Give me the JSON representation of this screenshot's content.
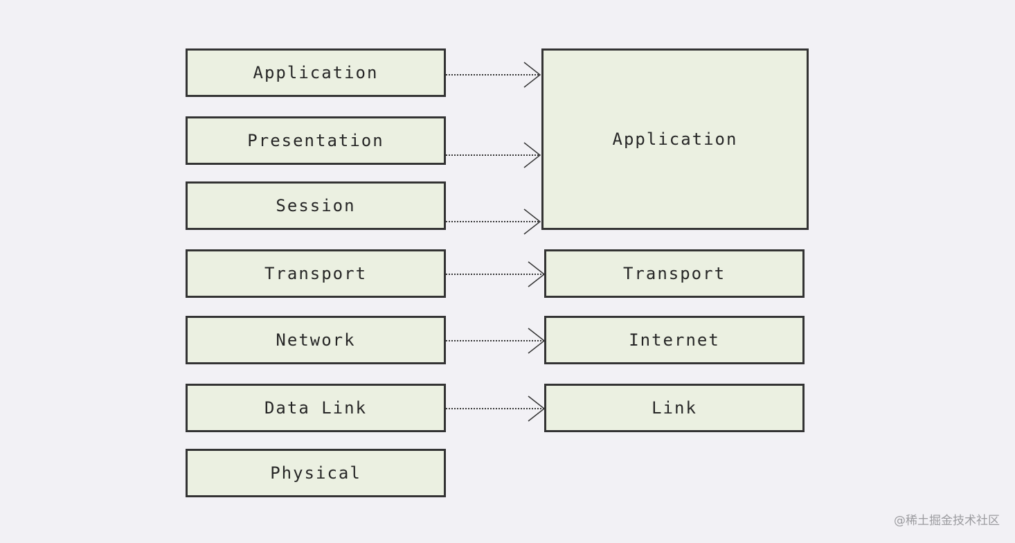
{
  "diagram": {
    "osi_layers": [
      {
        "label": "Application"
      },
      {
        "label": "Presentation"
      },
      {
        "label": "Session"
      },
      {
        "label": "Transport"
      },
      {
        "label": "Network"
      },
      {
        "label": "Data Link"
      },
      {
        "label": "Physical"
      }
    ],
    "tcpip_layers": [
      {
        "label": "Application"
      },
      {
        "label": "Transport"
      },
      {
        "label": "Internet"
      },
      {
        "label": "Link"
      }
    ],
    "mappings": [
      {
        "from": "Application",
        "to": "Application"
      },
      {
        "from": "Presentation",
        "to": "Application"
      },
      {
        "from": "Session",
        "to": "Application"
      },
      {
        "from": "Transport",
        "to": "Transport"
      },
      {
        "from": "Network",
        "to": "Internet"
      },
      {
        "from": "Data Link",
        "to": "Link"
      }
    ],
    "colors": {
      "box_fill": "#ebf0e1",
      "box_border": "#333333",
      "background": "#f2f1f5"
    }
  },
  "watermark": "@稀土掘金技术社区"
}
